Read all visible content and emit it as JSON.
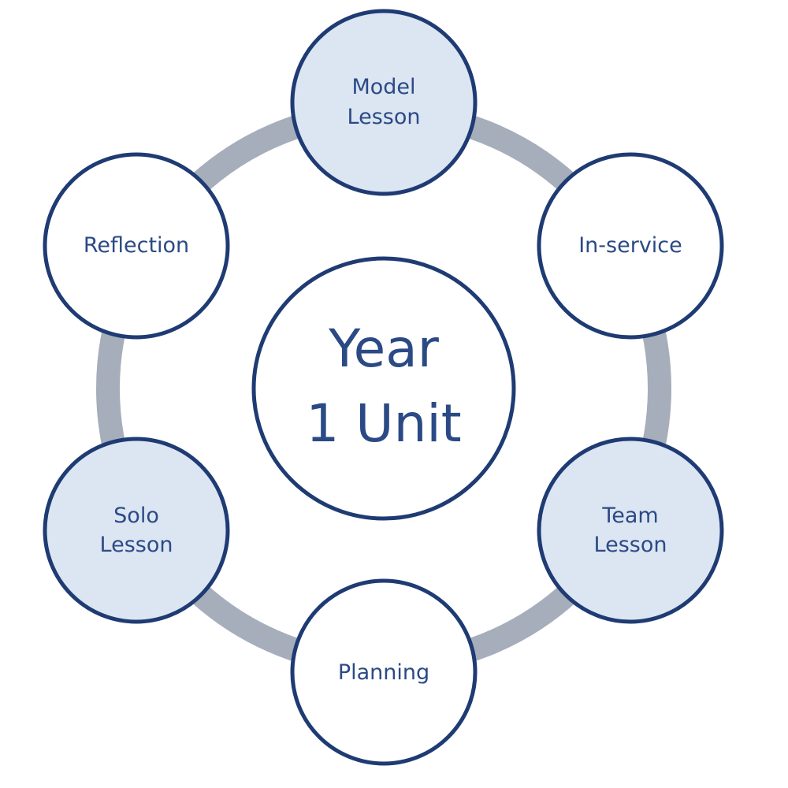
{
  "diagram": {
    "center": {
      "lines": [
        "Year",
        "1 Unit"
      ],
      "fill": "#ffffff"
    },
    "nodes": [
      {
        "id": "model-lesson",
        "lines": [
          "Model",
          "Lesson"
        ],
        "fill": "#dce5f2"
      },
      {
        "id": "in-service",
        "lines": [
          "In-service"
        ],
        "fill": "#ffffff"
      },
      {
        "id": "team-lesson",
        "lines": [
          "Team",
          "Lesson"
        ],
        "fill": "#dce5f2"
      },
      {
        "id": "planning",
        "lines": [
          "Planning"
        ],
        "fill": "#ffffff"
      },
      {
        "id": "solo-lesson",
        "lines": [
          "Solo",
          "Lesson"
        ],
        "fill": "#dce5f2"
      },
      {
        "id": "reflection",
        "lines": [
          "Reflection"
        ],
        "fill": "#ffffff"
      }
    ],
    "colors": {
      "ring": "#a6adbb",
      "outline": "#1f3b73",
      "text": "#2b4a85"
    }
  }
}
